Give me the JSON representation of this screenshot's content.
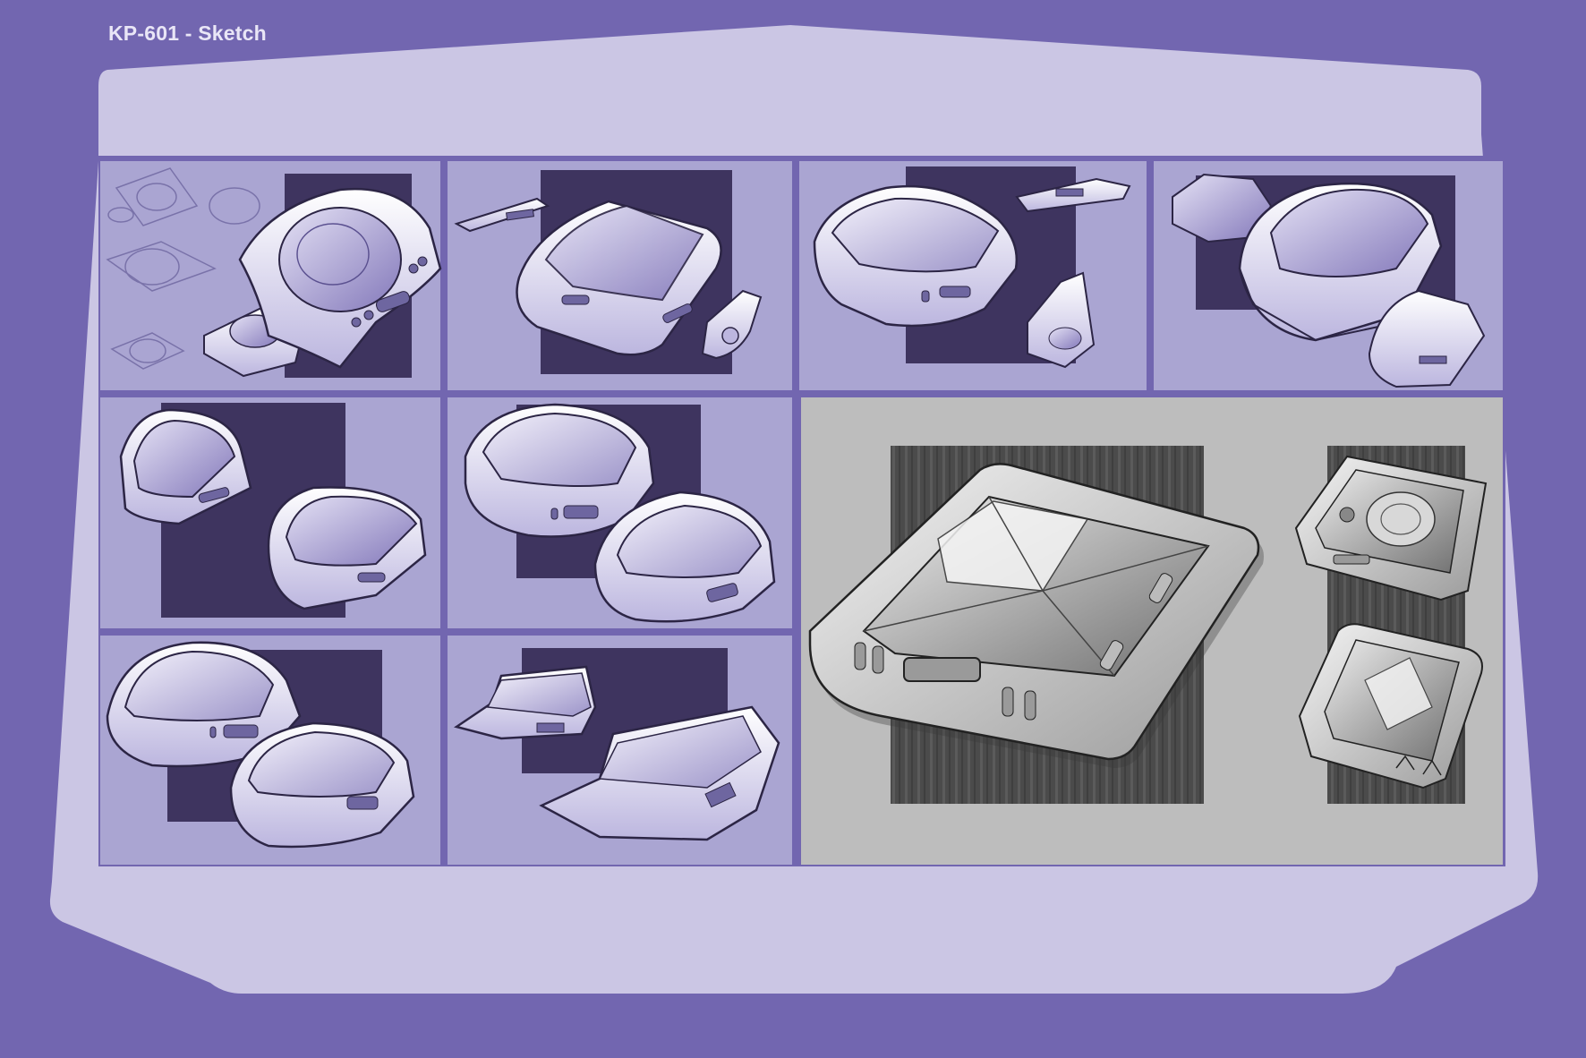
{
  "header": {
    "title": "KP-601 - Sketch"
  },
  "colors": {
    "background": "#7266b0",
    "frame": "#cbc6e4",
    "panel": "#aaa5d2",
    "panel_dark": "#3e345f",
    "final_panel": "#bdbdbd",
    "final_dark": "#4b4b4b"
  },
  "panels": [
    {
      "id": "p1",
      "style": "lavender",
      "subject": "thumbnail-sketches-and-round-lid-scale"
    },
    {
      "id": "p2",
      "style": "lavender",
      "subject": "clear-lid-scale-with-card-accessory"
    },
    {
      "id": "p3",
      "style": "lavender",
      "subject": "cushion-scale-with-accessories"
    },
    {
      "id": "p4",
      "style": "lavender",
      "subject": "faceted-gem-scale"
    },
    {
      "id": "p5",
      "style": "lavender",
      "subject": "shield-shaped-scales"
    },
    {
      "id": "p6",
      "style": "lavender",
      "subject": "rounded-bumper-scales"
    },
    {
      "id": "p7",
      "style": "lavender",
      "subject": "mouse-shaped-scales"
    },
    {
      "id": "p8",
      "style": "lavender",
      "subject": "wedge-shaped-scales"
    },
    {
      "id": "p9",
      "style": "grayscale",
      "subject": "final-square-pyramid-scale"
    }
  ]
}
